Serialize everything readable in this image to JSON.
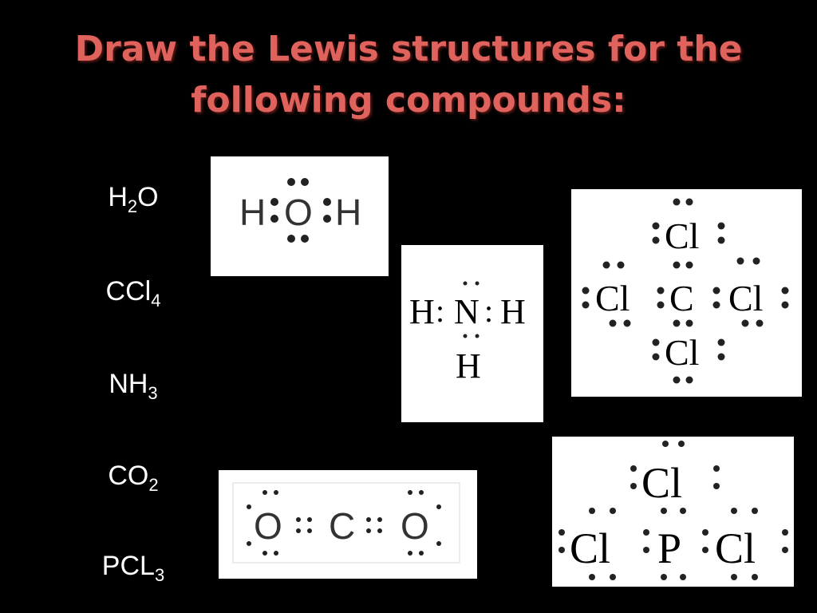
{
  "slide": {
    "title_line1": "Draw the Lewis structures for the",
    "title_line2": "following compounds:",
    "title_color": "#e0625c"
  },
  "formulas": [
    {
      "base": "H",
      "sub": "2",
      "tail": "O"
    },
    {
      "base": "CCl",
      "sub": "4",
      "tail": ""
    },
    {
      "base": "NH",
      "sub": "3",
      "tail": ""
    },
    {
      "base": "CO",
      "sub": "2",
      "tail": ""
    },
    {
      "base": "PCL",
      "sub": "3",
      "tail": ""
    }
  ],
  "structures": {
    "h2o": {
      "left": "H",
      "center": "O",
      "right": "H"
    },
    "nh3": {
      "left": "H",
      "colon1": ":",
      "center": "N",
      "colon2": ":",
      "right": "H",
      "bottom": "H"
    },
    "ccl4": {
      "top": "Cl",
      "left": "Cl",
      "center": "C",
      "right": "Cl",
      "bottom": "Cl"
    },
    "co2": {
      "left": "O",
      "center": "C",
      "right": "O"
    },
    "pcl3": {
      "top": "Cl",
      "left": "Cl",
      "center": "P",
      "right": "Cl"
    }
  }
}
